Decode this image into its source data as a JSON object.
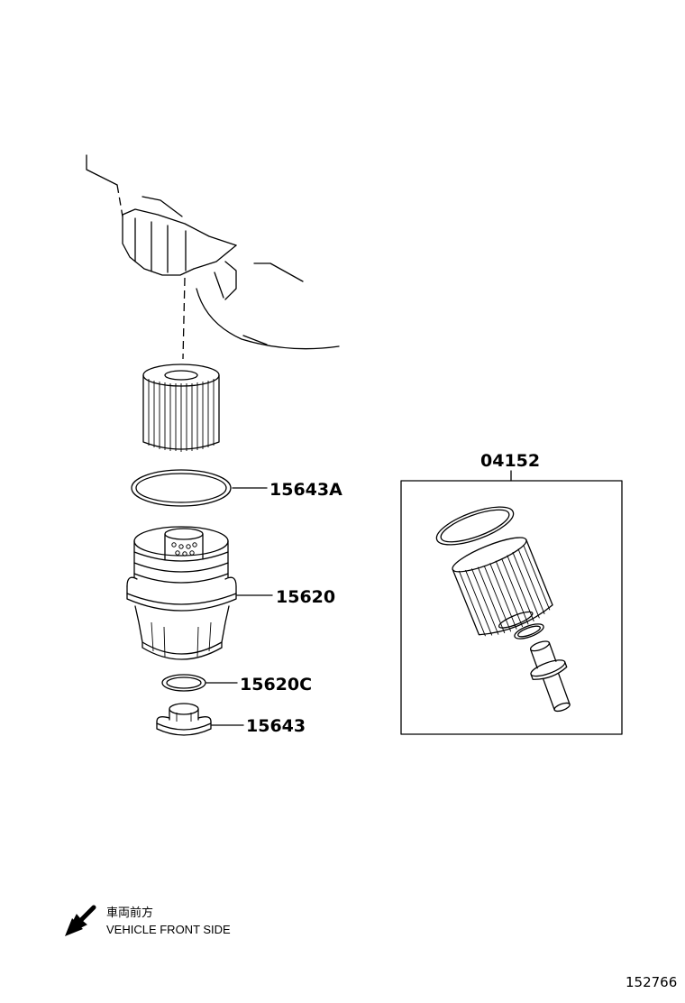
{
  "labels": {
    "oil_filter_element_kit": "04152",
    "o_ring_upper": "15643A",
    "filter_cap": "15620",
    "o_ring_lower": "15620C",
    "drain_plug": "15643"
  },
  "front_note": {
    "japanese": "車両前方",
    "english": "VEHICLE FRONT SIDE"
  },
  "illustration_number": "152766"
}
